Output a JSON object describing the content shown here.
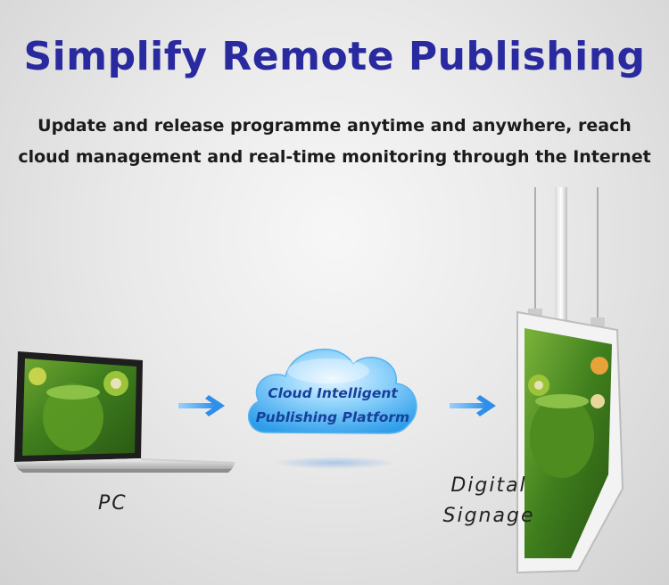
{
  "title": "Simplify Remote Publishing",
  "subtitle": {
    "line1": "Update and release programme anytime and anywhere,  reach",
    "line2": "cloud management and real-time monitoring through the Internet"
  },
  "cloud": {
    "line1": "Cloud Intelligent",
    "line2": "Publishing Platform"
  },
  "labels": {
    "pc": "PC",
    "digital": "Digital",
    "signage": "Signage"
  },
  "colors": {
    "title": "#2a2aa0",
    "cloud": "#49b6f2",
    "arrow": "#2f9bf0"
  },
  "icons": {
    "arrow1": "arrow-right-icon",
    "arrow2": "arrow-right-icon"
  }
}
